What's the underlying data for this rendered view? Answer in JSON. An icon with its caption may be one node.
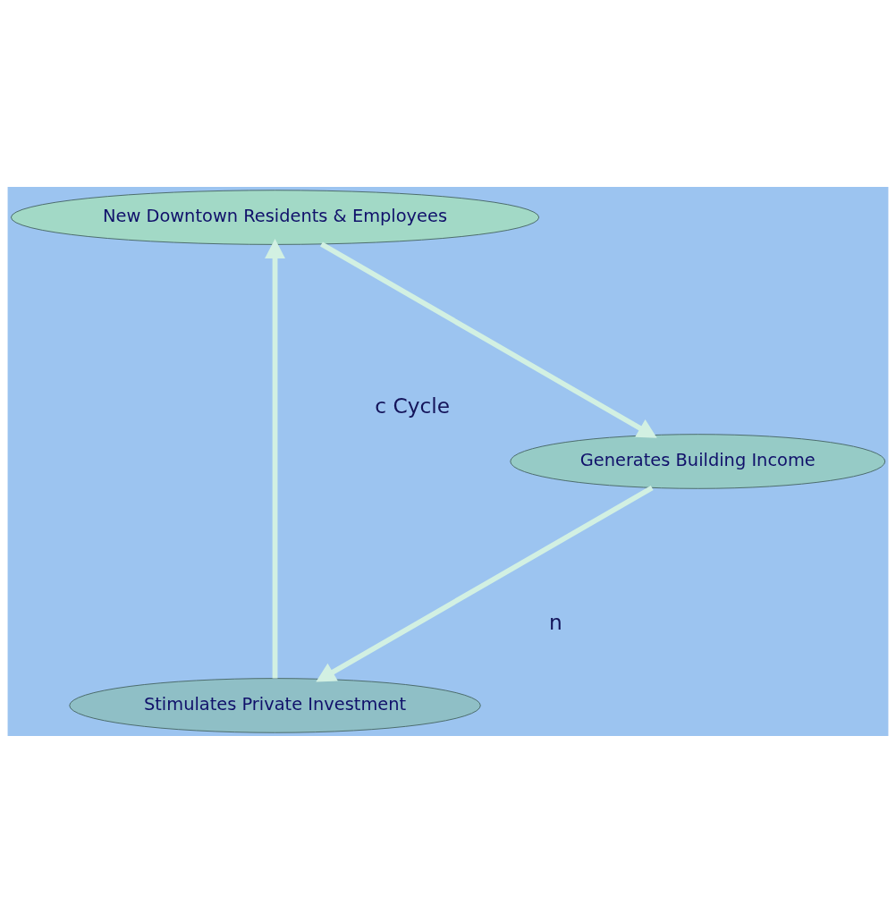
{
  "diagram": {
    "nodes": [
      {
        "text": [
          "Stimulates Private Investment"
        ]
      },
      {
        "text": [
          "New Downtown Residents & Employees"
        ]
      },
      {
        "text": [
          "Generates Building Income"
        ]
      }
    ],
    "edges": [
      {
        "from": 0,
        "to": 1,
        "arrow": "to"
      },
      {
        "from": 1,
        "to": 2,
        "arrow": "to"
      },
      {
        "from": 2,
        "to": 0,
        "arrow": "to"
      }
    ],
    "labels": [
      "c Cycle",
      "n"
    ]
  }
}
